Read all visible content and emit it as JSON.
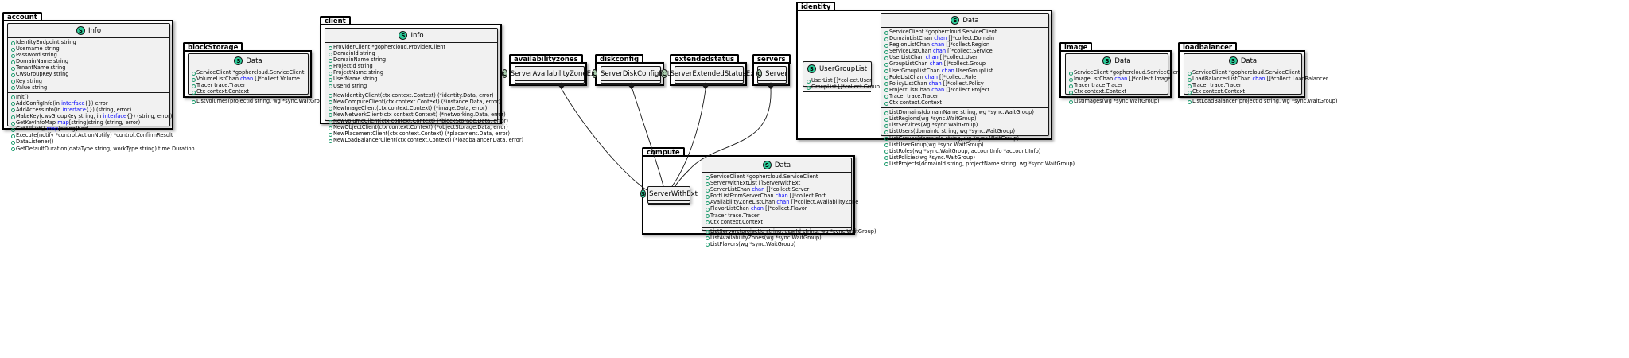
{
  "packages": {
    "account": "account",
    "blockStorage": "blockStorage",
    "client": "client",
    "availabilityzones": "availabilityzones",
    "diskconfig": "diskconfig",
    "extendedstatus": "extendedstatus",
    "servers": "servers",
    "identity": "identity",
    "image": "image",
    "loadbalancer": "loadbalancer",
    "compute": "compute"
  },
  "classes": {
    "account_info": {
      "stereotype": "S",
      "name": "Info",
      "fields": [
        "IdentityEndpoint string",
        "Username string",
        "Password string",
        "DomainName string",
        "TenantName string",
        "CwsGroupKey string",
        "Key string",
        "Value string"
      ],
      "methods": [
        "Init()",
        "AddConfigInfo(in |interface|{}) error",
        "AddAccessInfo(in |interface|{}) (string, error)",
        "MakeKey(cwsGroupKey string, in |interface|{}) (string, error)",
        "GetKeyInfoMap |map|[string]string (string, error)",
        "GetAllList() |map|[string]bool",
        "Execute(notify *control.ActionNotify) *control.ConfirmResult",
        "DataListener()",
        "GetDefaultDuration(dataType string, workType string) time.Duration"
      ]
    },
    "blockstorage_data": {
      "stereotype": "S",
      "name": "Data",
      "fields": [
        "ServiceClient *gophercloud.ServiceClient",
        "VolumeListChan |chan| []*collect.Volume",
        "Tracer trace.Tracer",
        "Ctx context.Context"
      ],
      "methods": [
        "ListVolumes(projectId string, wg *sync.WaitGroup)"
      ]
    },
    "client_info": {
      "stereotype": "S",
      "name": "Info",
      "fields": [
        "ProviderClient *gophercloud.ProviderClient",
        "DomainId string",
        "DomainName string",
        "ProjectId string",
        "ProjectName string",
        "UserName string",
        "UserId string"
      ],
      "methods": [
        "NewIdentityClient(ctx context.Context) (*identity.Data, error)",
        "NewComputeClient(ctx context.Context) (*instance.Data, error)",
        "NewImageClient(ctx context.Context) (*image.Data, error)",
        "NewNetworkClient(ctx context.Context) (*networking.Data, error)",
        "NewVolumeClient(ctx context.Context) (*blockStorage.Data, error)",
        "NewObjectClient(ctx context.Context) (*objectStorage.Data, error)",
        "NewPlacementClient(ctx context.Context) (*placement.Data, error)",
        "NewLoadBalancerClient(ctx context.Context) (*loadbalancer.Data, error)"
      ]
    },
    "server_availability_zone_ext": {
      "stereotype": "C",
      "name": "ServerAvailabilityZoneExt"
    },
    "server_disk_config_ext": {
      "stereotype": "C",
      "name": "ServerDiskConfigExt"
    },
    "server_extended_status_ext": {
      "stereotype": "C",
      "name": "ServerExtendedStatusExt"
    },
    "server": {
      "stereotype": "C",
      "name": "Server"
    },
    "identity_usergrouplist": {
      "stereotype": "S",
      "name": "UserGroupList",
      "fields": [
        "UserList []*collect.User",
        "GroupList []*collect.Group"
      ]
    },
    "identity_data": {
      "stereotype": "S",
      "name": "Data",
      "fields": [
        "ServiceClient *gophercloud.ServiceClient",
        "DomainListChan |chan| []*collect.Domain",
        "RegionListChan |chan| []*collect.Region",
        "ServiceListChan |chan| []*collect.Service",
        "UserListChan |chan| []*collect.User",
        "GroupListChan |chan| []*collect.Group",
        "UserGroupListChan |chan| UserGroupList",
        "RoleListChan |chan| []*collect.Role",
        "PolicyListChan |chan| []*collect.Policy",
        "ProjectListChan |chan| []*collect.Project",
        "Tracer trace.Tracer",
        "Ctx context.Context"
      ],
      "methods": [
        "ListDomains(domainName string, wg *sync.WaitGroup)",
        "ListRegions(wg *sync.WaitGroup)",
        "ListServices(wg *sync.WaitGroup)",
        "ListUsers(domainId string, wg *sync.WaitGroup)",
        "ListGroups(domainId string, wg *sync.WaitGroup)",
        "ListUserGroup(wg *sync.WaitGroup)",
        "ListRoles(wg *sync.WaitGroup, accountInfo *account.Info)",
        "ListPolicies(wg *sync.WaitGroup)",
        "ListProjects(domainId string, projectName string, wg *sync.WaitGroup)"
      ]
    },
    "image_data": {
      "stereotype": "S",
      "name": "Data",
      "fields": [
        "ServiceClient *gophercloud.ServiceClient",
        "ImageListChan |chan| []*collect.Image",
        "Tracer trace.Tracer",
        "Ctx context.Context"
      ],
      "methods": [
        "ListImages(wg *sync.WaitGroup)"
      ]
    },
    "loadbalancer_data": {
      "stereotype": "S",
      "name": "Data",
      "fields": [
        "ServiceClient *gophercloud.ServiceClient",
        "LoadBalancerListChan |chan| []*collect.LoadBalancer",
        "Tracer trace.Tracer",
        "Ctx context.Context"
      ],
      "methods": [
        "ListLoadBalancer(projectId string, wg *sync.WaitGroup)"
      ]
    },
    "server_with_ext": {
      "stereotype": "S",
      "name": "ServerWithExt"
    },
    "compute_data": {
      "stereotype": "S",
      "name": "Data",
      "fields": [
        "ServiceClient *gophercloud.ServiceClient",
        "ServerWithExtList []ServerWithExt",
        "ServerListChan |chan| []*collect.Server",
        "PortListFromServerChan |chan| []*collect.Port",
        "AvailabilityZoneListChan |chan| []*collect.AvailabilityZone",
        "FlavorListChan |chan| []*collect.Flavor",
        "Tracer trace.Tracer",
        "Ctx context.Context"
      ],
      "methods": [
        "ListServers(projectId string, userId string, wg *sync.WaitGroup)",
        "ListAvailabilityZones(wg *sync.WaitGroup)",
        "ListFlavors(wg *sync.WaitGroup)"
      ]
    }
  }
}
